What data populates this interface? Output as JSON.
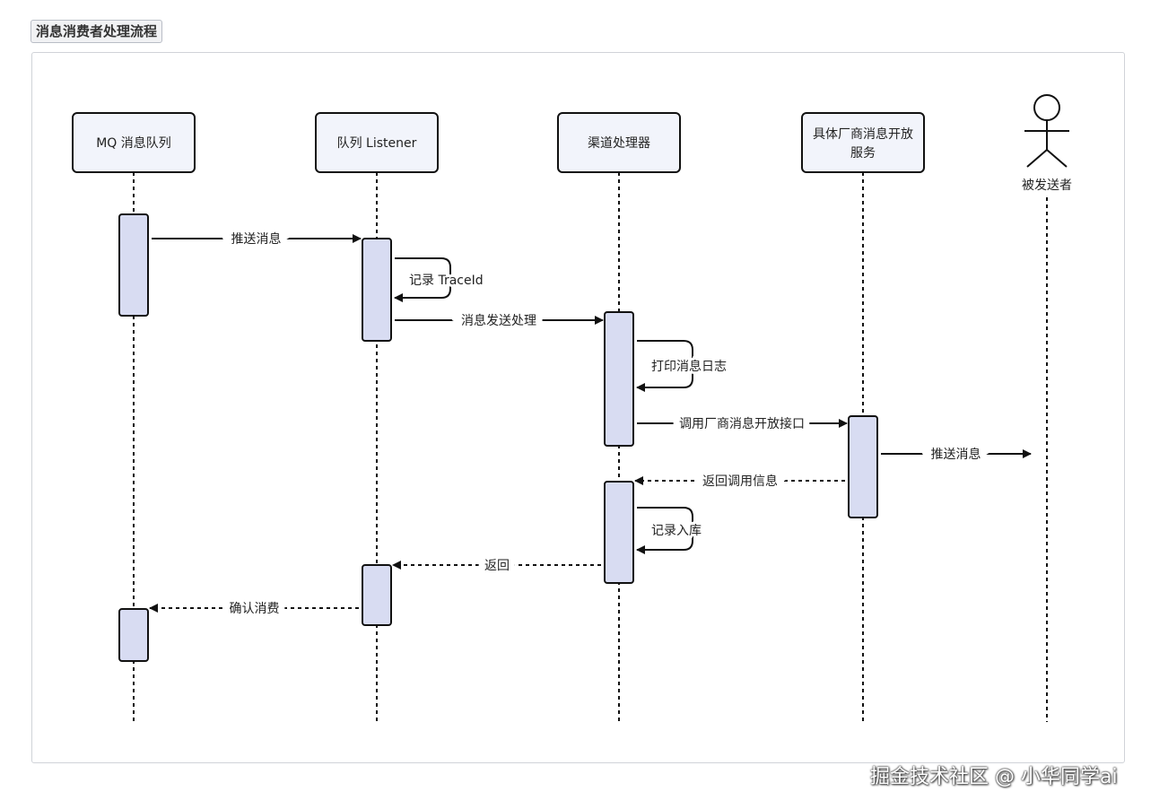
{
  "title": "消息消费者处理流程",
  "watermark": "掘金技术社区 @ 小华同学ai",
  "colors": {
    "participant_fill": "#f2f4fb",
    "activation_fill": "#d8dcf2",
    "stroke": "#111111"
  },
  "participants": [
    {
      "label": "MQ 消息队列",
      "kind": "box"
    },
    {
      "label": "队列 Listener",
      "kind": "box"
    },
    {
      "label": "渠道处理器",
      "kind": "box"
    },
    {
      "label": "具体厂商消息开放服务",
      "kind": "box"
    },
    {
      "label": "被发送者",
      "kind": "actor"
    }
  ],
  "messages": [
    {
      "label": "推送消息",
      "from": 0,
      "to": 1,
      "style": "solid"
    },
    {
      "label": "记录 TraceId",
      "from": 1,
      "to": 1,
      "style": "self"
    },
    {
      "label": "消息发送处理",
      "from": 1,
      "to": 2,
      "style": "solid"
    },
    {
      "label": "打印消息日志",
      "from": 2,
      "to": 2,
      "style": "self"
    },
    {
      "label": "调用厂商消息开放接口",
      "from": 2,
      "to": 3,
      "style": "solid"
    },
    {
      "label": "推送消息",
      "from": 3,
      "to": 4,
      "style": "solid"
    },
    {
      "label": "返回调用信息",
      "from": 3,
      "to": 2,
      "style": "dashed"
    },
    {
      "label": "记录入库",
      "from": 2,
      "to": 2,
      "style": "self"
    },
    {
      "label": "返回",
      "from": 2,
      "to": 1,
      "style": "dashed"
    },
    {
      "label": "确认消费",
      "from": 1,
      "to": 0,
      "style": "dashed"
    }
  ]
}
